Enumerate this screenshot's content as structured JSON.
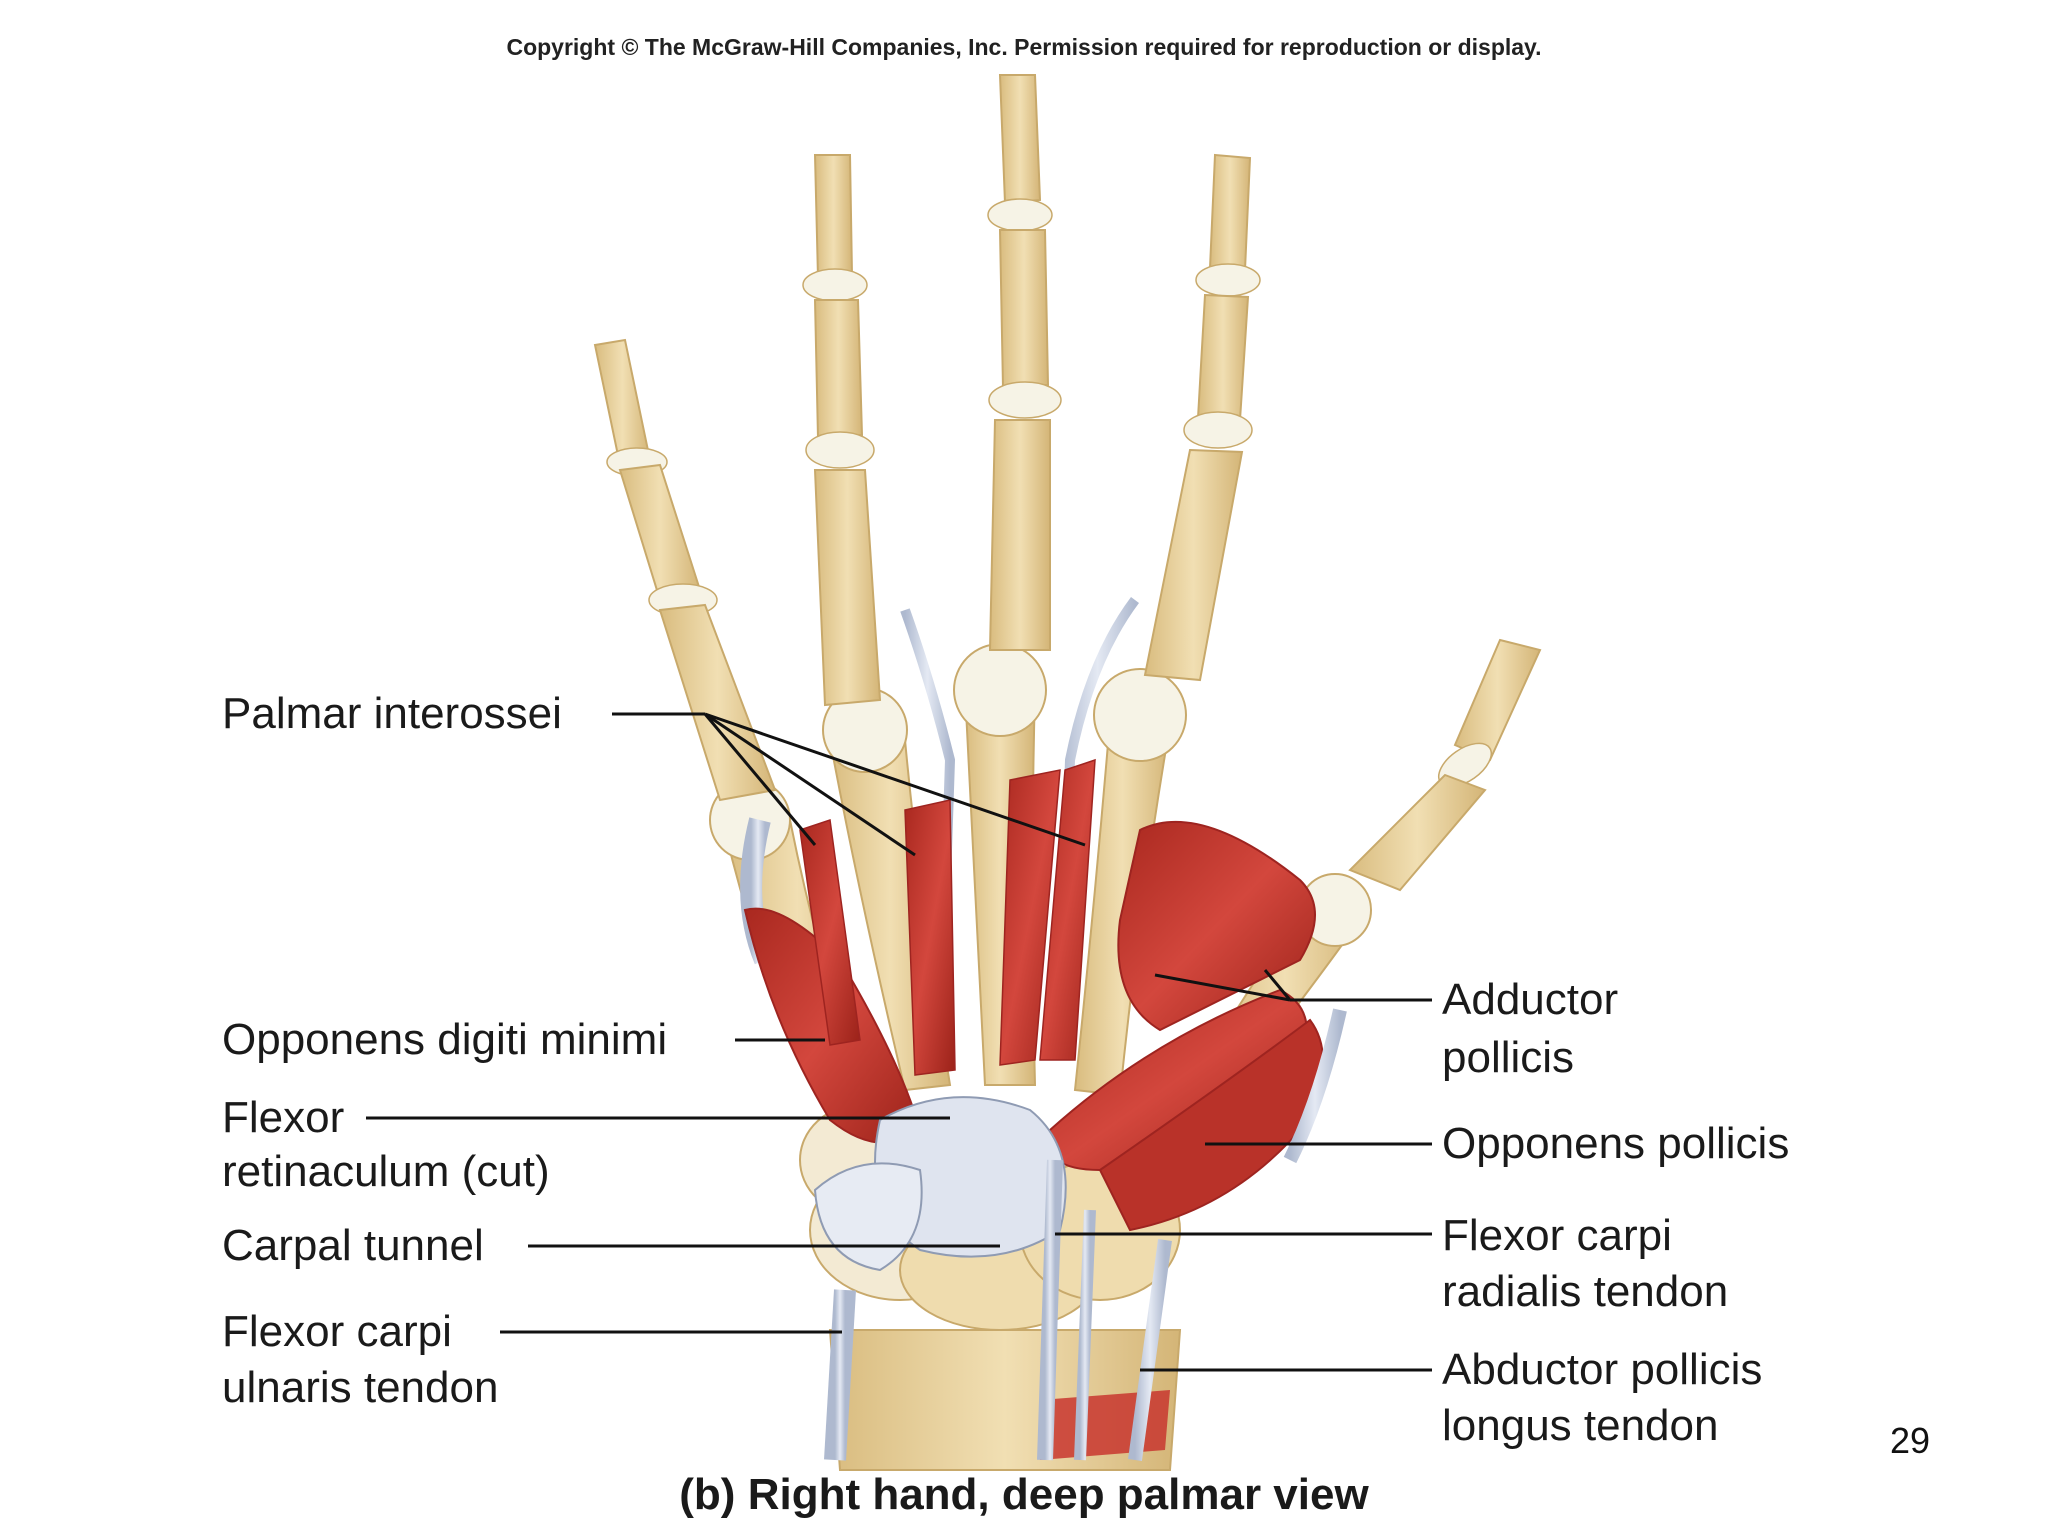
{
  "copyright": "Copyright © The McGraw-Hill Companies, Inc. Permission required for reproduction or display.",
  "labels": {
    "palmar_interossei": "Palmar interossei",
    "opponens_digiti_minimi": "Opponens digiti minimi",
    "flexor_retinaculum_1": "Flexor",
    "flexor_retinaculum_2": "retinaculum (cut)",
    "carpal_tunnel": "Carpal tunnel",
    "fcu_1": "Flexor carpi",
    "fcu_2": "ulnaris tendon",
    "adductor_pollicis_1": "Adductor",
    "adductor_pollicis_2": "pollicis",
    "opponens_pollicis": "Opponens pollicis",
    "fcr_1": "Flexor carpi",
    "fcr_2": "radialis tendon",
    "apl_1": "Abductor pollicis",
    "apl_2": "longus tendon"
  },
  "caption": "(b) Right hand, deep palmar view",
  "page_number": "29",
  "colors": {
    "bone": "#ecd7a7",
    "bone_edge": "#c8a96b",
    "cartilage": "#f6f3e6",
    "muscle": "#c8362f",
    "muscle_dark": "#9e2420",
    "tendon": "#c9d3e4",
    "tendon_edge": "#8f9bb3",
    "retinaculum": "#dfe4ef",
    "leader": "#111111"
  }
}
